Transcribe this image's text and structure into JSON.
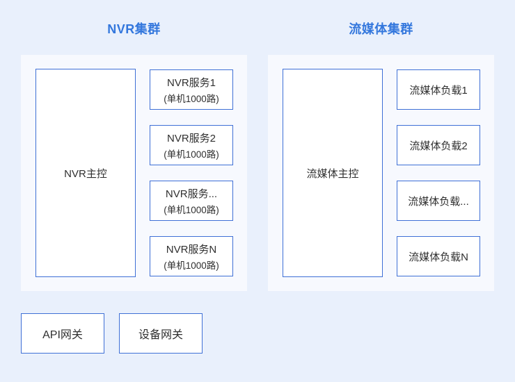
{
  "colors": {
    "page_background": "#e9f0fc",
    "panel_background": "#f7f9fe",
    "box_background": "#ffffff",
    "box_border": "#3e6fd6",
    "title_text": "#3377dd",
    "body_text": "#2f2f2f"
  },
  "clusters": [
    {
      "title": "NVR集群",
      "master": "NVR主控",
      "nodes": [
        {
          "lines": [
            "NVR服务1",
            "(单机1000路)"
          ]
        },
        {
          "lines": [
            "NVR服务2",
            "(单机1000路)"
          ]
        },
        {
          "lines": [
            "NVR服务...",
            "(单机1000路)"
          ]
        },
        {
          "lines": [
            "NVR服务N",
            "(单机1000路)"
          ]
        }
      ]
    },
    {
      "title": "流媒体集群",
      "master": "流媒体主控",
      "nodes": [
        {
          "lines": [
            "流媒体负载1"
          ]
        },
        {
          "lines": [
            "流媒体负载2"
          ]
        },
        {
          "lines": [
            "流媒体负载..."
          ]
        },
        {
          "lines": [
            "流媒体负载N"
          ]
        }
      ]
    }
  ],
  "gateways": [
    {
      "label": "API网关"
    },
    {
      "label": "设备网关"
    }
  ]
}
